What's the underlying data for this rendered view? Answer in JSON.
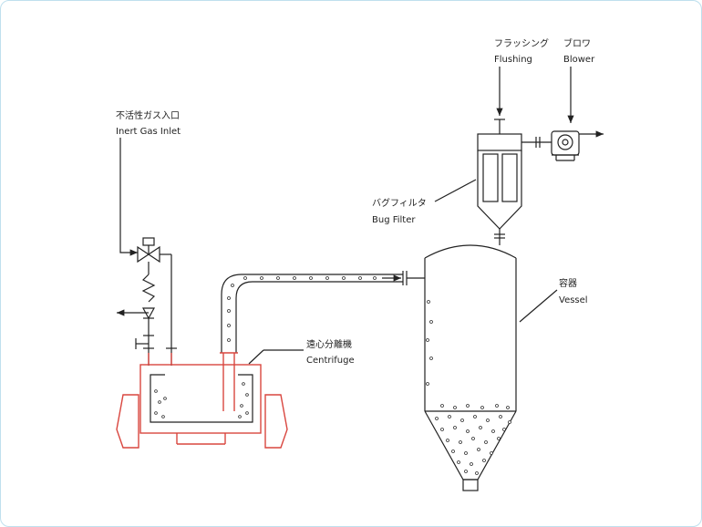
{
  "labels": {
    "flushing_jp": "フラッシング",
    "flushing_en": "Flushing",
    "blower_jp": "ブロワ",
    "blower_en": "Blower",
    "inert_jp": "不活性ガス入口",
    "inert_en": "Inert Gas Inlet",
    "bagfilter_jp": "バグフィルタ",
    "bagfilter_en": "Bug Filter",
    "vessel_jp": "容器",
    "vessel_en": "Vessel",
    "centrifuge_jp": "遠心分離機",
    "centrifuge_en": "Centrifuge"
  },
  "colors": {
    "frame_border": "#bfe0ee",
    "line": "#222222",
    "centrifuge": "#d9463f"
  }
}
